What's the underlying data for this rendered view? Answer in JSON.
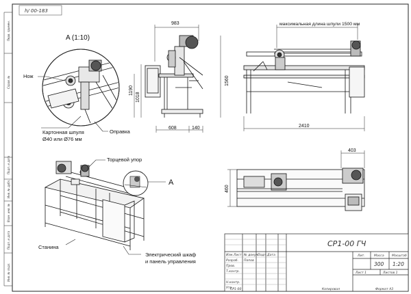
{
  "corner_stamp": "h/ 00-183",
  "view_a_title": "A (1:10)",
  "labels": {
    "knife": "Нож",
    "core": "Картонная шпуля",
    "core_dims": "Ø40 или Ø76 мм",
    "mandrel": "Оправка",
    "end_stop": "Торцевой упор",
    "arrow_a": "A",
    "frame": "Станина",
    "cabinet_line1": "Электрический шкаф",
    "cabinet_line2": "и панель управления"
  },
  "dimensions": {
    "side_width": "983",
    "side_height_total": "1560",
    "side_height_table": "1190",
    "side_height_low": "1018",
    "side_base_left": "608",
    "side_base_right": "140",
    "front_note": "максимальная длина шпули 1500 мм",
    "front_length": "2410",
    "top_width": "403",
    "top_depth": "460"
  },
  "title_block": {
    "designation": "СР1-00 ГЧ",
    "col_lit": "Лит.",
    "col_mass": "Масса",
    "col_scale": "Масштаб",
    "mass_value": "300",
    "scale_value": "1:20",
    "sheet": "Лист 1",
    "sheets": "Листов 1",
    "row_change": "Изм.",
    "row_sheet": "Лист",
    "row_doc": "№ докум.",
    "row_sign": "Подп.",
    "row_date": "Дата",
    "row_dev": "Разраб.",
    "row_dev_name": "Попов",
    "row_check": "Пров.",
    "row_tcontrol": "Т.контр.",
    "row_ncontrol": "Н.контр.",
    "row_approve": "Утв."
  },
  "footer": {
    "left_code": "СР1-00",
    "copied": "Копировал",
    "format": "Формат А3"
  },
  "left_strip": {
    "cells": [
      "Перв. примен.",
      "Справ. №",
      "Подп. и дата",
      "Инв. № дубл.",
      "Взам. инв. №",
      "Подп. и дата",
      "Инв. № подл."
    ]
  }
}
